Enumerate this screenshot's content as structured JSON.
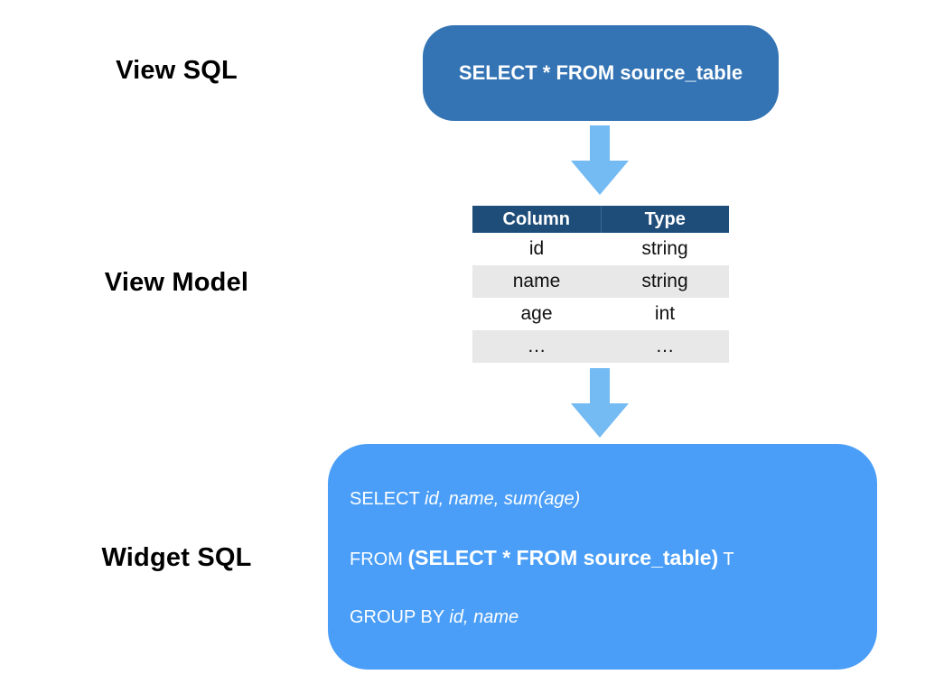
{
  "labels": {
    "view_sql": "View SQL",
    "view_model": "View Model",
    "widget_sql": "Widget SQL"
  },
  "view_sql_box": {
    "text": "SELECT * FROM source_table"
  },
  "view_model_table": {
    "headers": [
      "Column",
      "Type"
    ],
    "rows": [
      [
        "id",
        "string"
      ],
      [
        "name",
        "string"
      ],
      [
        "age",
        "int"
      ],
      [
        "…",
        "…"
      ]
    ]
  },
  "widget_sql_box": {
    "lines": [
      {
        "segments": [
          {
            "text": "SELECT ",
            "style": "regular"
          },
          {
            "text": "id, name, sum(age)",
            "style": "italic"
          }
        ]
      },
      {
        "segments": [
          {
            "text": "FROM ",
            "style": "regular"
          },
          {
            "text": "(SELECT * FROM source_table)",
            "style": "bold"
          },
          {
            "text": " T",
            "style": "regular"
          }
        ]
      },
      {
        "segments": [
          {
            "text": "GROUP BY ",
            "style": "regular"
          },
          {
            "text": "id, name",
            "style": "italic"
          }
        ]
      }
    ]
  },
  "icons": {
    "flow_arrow": "down-block-arrow"
  },
  "colors": {
    "view_sql_box_bg": "#3474b4",
    "widget_sql_box_bg": "#4a9ef7",
    "table_header_bg": "#1e4d79",
    "table_alt_row_bg": "#e8e8e8",
    "arrow_fill": "#74baf3",
    "box_text": "#ffffff",
    "label_text": "#000000"
  }
}
